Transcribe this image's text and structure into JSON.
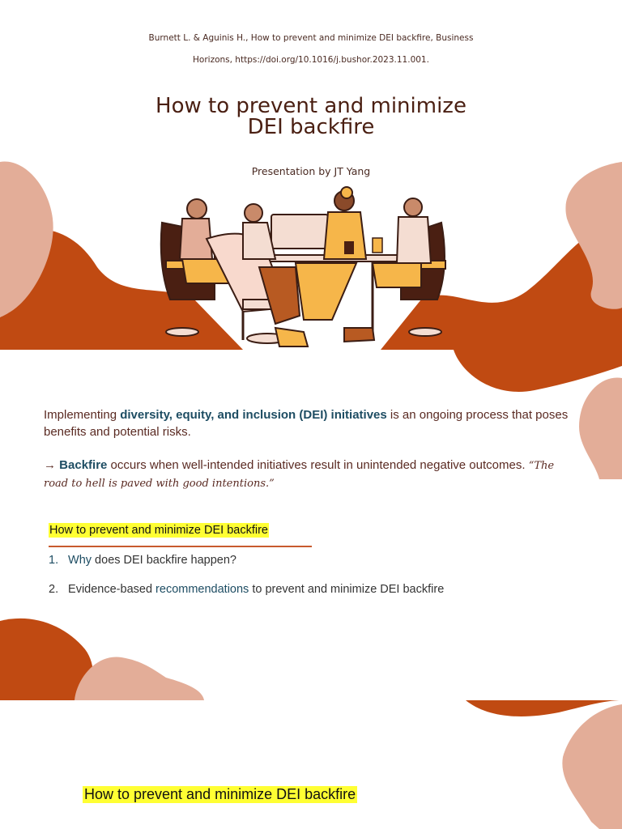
{
  "slide1": {
    "citation_line1": "Burnett L. & Aguinis H., How to prevent and minimize DEI backfire, Business",
    "citation_line2": "Horizons, https://doi.org/10.1016/j.bushor.2023.11.001.",
    "title_line1": "How to prevent and minimize",
    "title_line2": "DEI backfire",
    "presenter": "Presentation by JT Yang"
  },
  "slide2": {
    "p1_a": "Implementing ",
    "p1_hl": "diversity, equity, and inclusion (DEI) initiatives",
    "p1_b": " is an ongoing process that poses benefits and potential risks.",
    "p2_arrow": "→ ",
    "p2_hl": "Backfire",
    "p2_b": " occurs when well-intended initiatives result in unintended negative outcomes. ",
    "p2_quote": "“The road to hell is paved with good intentions.”",
    "section_heading": "How to prevent and minimize DEI backfire",
    "list": [
      {
        "num": "1.",
        "hl": "Why",
        "rest": " does DEI backfire happen?"
      },
      {
        "num": "2.",
        "pre": "Evidence-based ",
        "hl": "recommendations",
        "rest": " to prevent and minimize DEI backfire"
      }
    ]
  },
  "slide3": {
    "heading": "How to prevent and minimize DEI backfire"
  },
  "colors": {
    "rust": "#c04a12",
    "blush": "#e3ad98",
    "title_brown": "#4a1f12",
    "highlight_yellow": "#ffff33",
    "accent_teal": "#1e4d63"
  }
}
